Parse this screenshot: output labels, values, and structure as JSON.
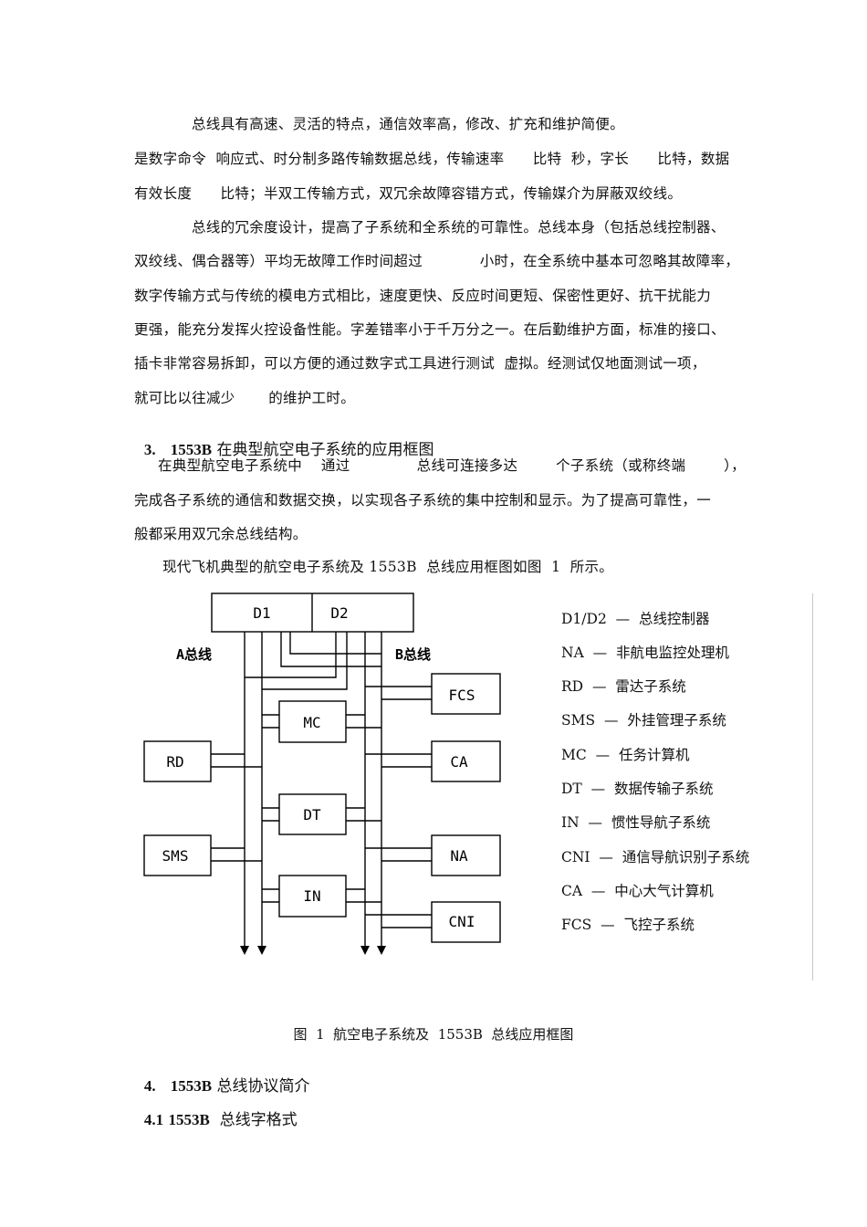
{
  "paragraphs": {
    "p1_l1": "总线具有高速、灵活的特点，通信效率高，修改、扩充和维护简便。",
    "p1_l2": "是数字命令  响应式、时分制多路传输数据总线，传输速率      比特  秒，字长      比特，数据",
    "p1_l3": "有效长度      比特；半双工传输方式，双冗余故障容错方式，传输媒介为屏蔽双绞线。",
    "p2_l1": "总线的冗余度设计，提高了子系统和全系统的可靠性。总线本身（包括总线控制器、",
    "p2_l2": "双绞线、偶合器等）平均无故障工作时间超过            小时，在全系统中基本可忽略其故障率，",
    "p2_l3": "数字传输方式与传统的模电方式相比，速度更快、反应时间更短、保密性更好、抗干扰能力",
    "p2_l4": "更强，能充分发挥火控设备性能。字差错率小于千万分之一。在后勤维护方面，标准的接口、",
    "p2_l5": "插卡非常容易拆卸，可以方便的通过数字式工具进行测试  虚拟。经测试仅地面测试一项，",
    "p2_l6": "就可比以往减少       的维护工时。",
    "h3_num": "3.",
    "h3_bold": "1553B",
    "h3_rest": " 在典型航空电子系统的应用框图",
    "p3_l1": "在典型航空电子系统中    通过              总线可连接多达        个子系统（或称终端        ），",
    "p3_l2": "完成各子系统的通信和数据交换，以实现各子系统的集中控制和显示。为了提高可靠性，一",
    "p3_l3": "般都采用双冗余总线结构。",
    "p4_l1": "现代飞机典型的航空电子系统及 1553B  总线应用框图如图  1  所示。",
    "caption": "图  1  航空电子系统及  1553B  总线应用框图",
    "h4_num": "4.",
    "h4_bold": "1553B",
    "h4_rest": " 总线协议简介",
    "h41_num": "4.1",
    "h41_bold": "1553B",
    "h41_rest": "  总线字格式"
  },
  "diagram": {
    "bus_a_label": "A总线",
    "bus_b_label": "B总线",
    "boxes": {
      "d1": "D1",
      "d2": "D2",
      "mc": "MC",
      "dt": "DT",
      "in": "IN",
      "rd": "RD",
      "sms": "SMS",
      "fcs": "FCS",
      "ca": "CA",
      "na": "NA",
      "cni": "CNI"
    }
  },
  "legend": [
    "D1/D2  —  总线控制器",
    "NA  —  非航电监控处理机",
    "RD  —  雷达子系统",
    "SMS  —  外挂管理子系统",
    "MC  —  任务计算机",
    "DT  —  数据传输子系统",
    "IN  —  惯性导航子系统",
    "CNI  —  通信导航识别子系统",
    "CA  —  中心大气计算机",
    "FCS  —  飞控子系统"
  ]
}
